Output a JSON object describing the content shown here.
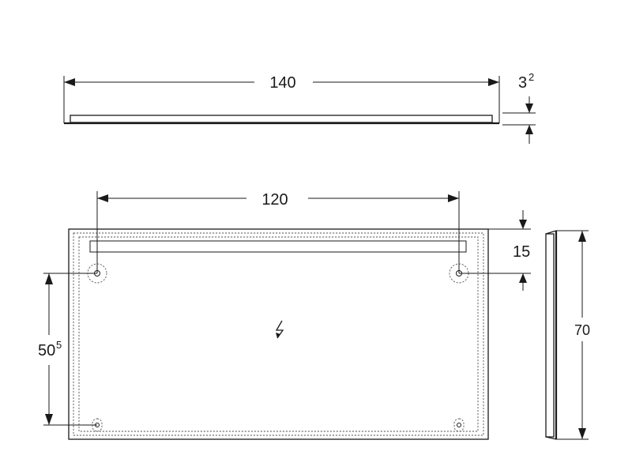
{
  "dimensions": {
    "top_width": "140",
    "thickness_main": "3",
    "thickness_sup": "2",
    "front_width": "120",
    "top_offset": "15",
    "hole_spacing_main": "50",
    "hole_spacing_sup": "5",
    "height": "70"
  },
  "icons": {
    "power": "lightning-bolt-icon"
  }
}
